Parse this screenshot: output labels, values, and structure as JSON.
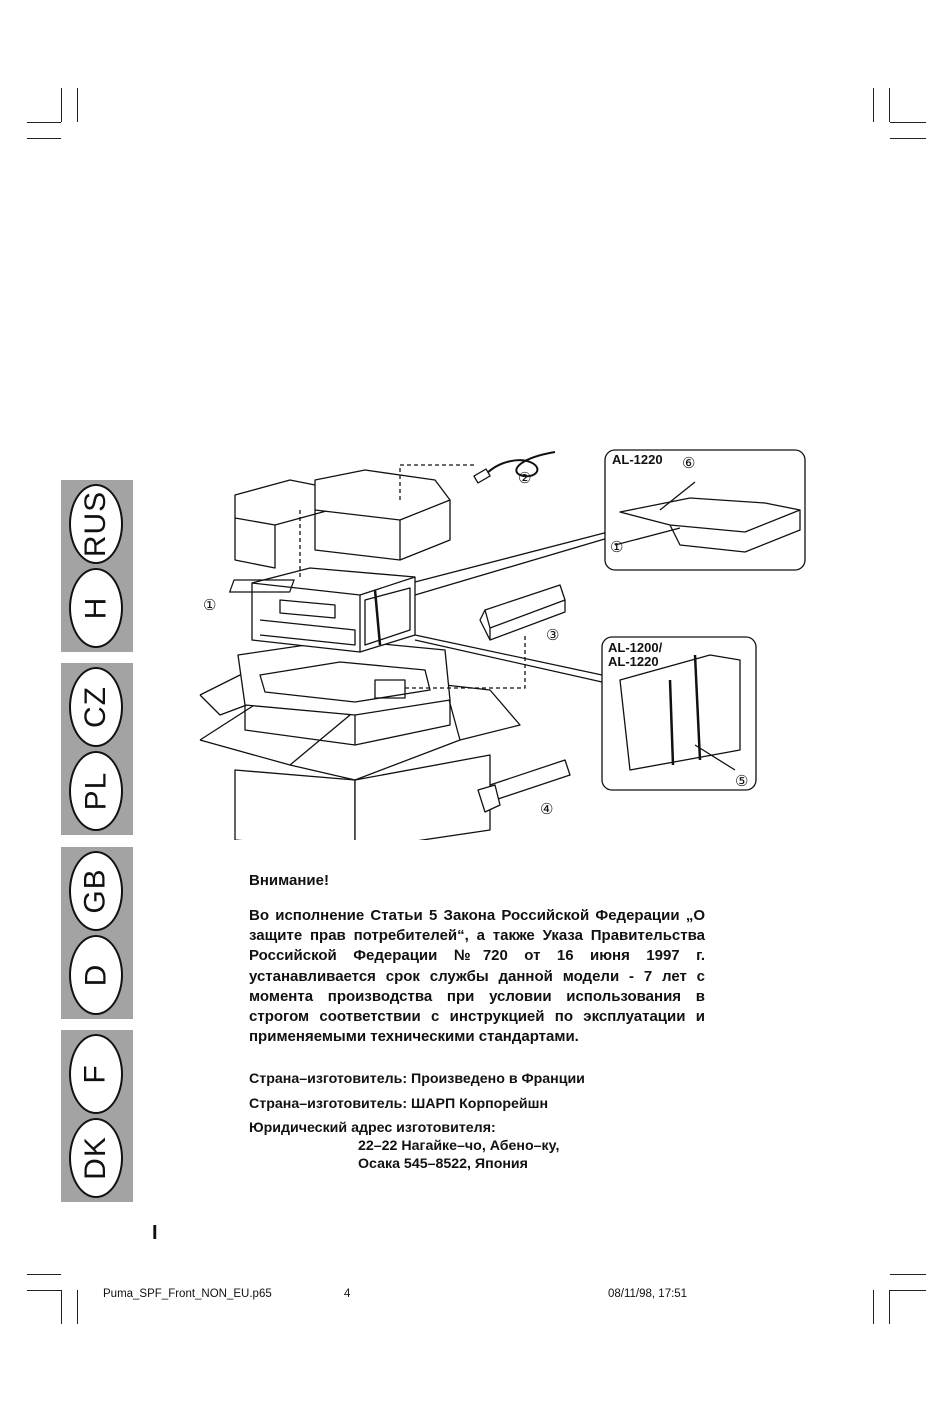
{
  "side_tabs": {
    "groups": [
      [
        "RUS",
        "H"
      ],
      [
        "CZ",
        "PL"
      ],
      [
        "GB",
        "D"
      ],
      [
        "F",
        "DK"
      ]
    ]
  },
  "figure": {
    "callouts": {
      "al1220_title": "AL-1220",
      "al1200_title_line1": "AL-1200/",
      "al1200_title_line2": "AL-1220"
    },
    "item_numbers": {
      "n1": "①",
      "n2": "②",
      "n3": "③",
      "n4": "④",
      "n5": "⑤",
      "n6": "⑥"
    }
  },
  "notice": {
    "title": "Внимание!",
    "body": "Во исполнение Статьи 5 Закона Российской Федерации „О защите прав потребителей“, а также Указа Правительства Российской Федерации №720 от 16 июня 1997 г. устанавливается срок службы данной модели - 7 лет с момента производства при условии использования в строгом соответствии с инструкцией по эксплуатации и применяемыми техническими стандартами."
  },
  "manufacturer": {
    "country_line": "Страна–изготовитель: Произведено в Франции",
    "maker_line": "Страна–изготовитель: ШАРП Корпорейшн",
    "address_label": "Юридический адрес изготовителя:",
    "address_line1": "22–22 Нагайке–чо, Абено–ку,",
    "address_line2": "Осака 545–8522, Япония"
  },
  "page_marker": "I",
  "footer": {
    "filename": "Puma_SPF_Front_NON_EU.p65",
    "page": "4",
    "timestamp": "08/11/98, 17:51"
  }
}
